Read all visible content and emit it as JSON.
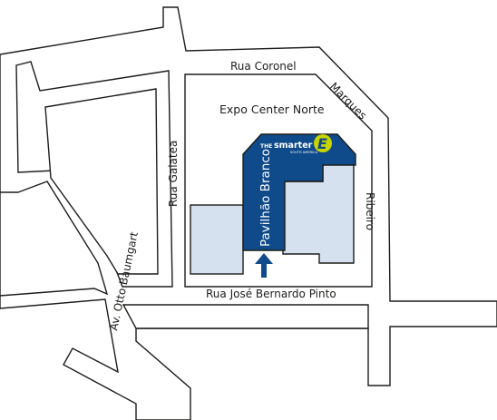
{
  "streets": {
    "rua_coronel": "Rua Coronel",
    "marques": "Marques",
    "rua_galatea": "Rua Galatea",
    "ribeiro": "Ribeiro",
    "rua_jose_bernardo_pinto": "Rua José Bernardo Pinto",
    "av_otto_baumgart": "Av. Otto Baumgart"
  },
  "venue": {
    "name": "Expo Center Norte",
    "pavilion": "Pavilhão Branco"
  },
  "logo": {
    "the": "THE",
    "smarter": "smarter",
    "sub": "SOUTH AMERICA",
    "letter": "E"
  },
  "entrance_marker": "up-arrow-icon",
  "colors": {
    "pavilion": "#0f4a8a",
    "buildings": "#d6e1f0",
    "logo_accent": "#c8d400",
    "roads": "#ffffff",
    "lines": "#1d1d1b"
  }
}
